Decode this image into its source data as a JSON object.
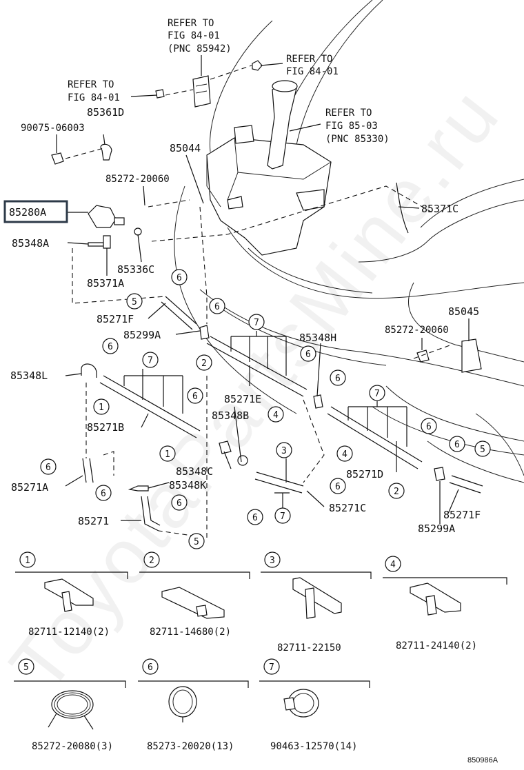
{
  "watermark": "ToyotaPartsMine.ru",
  "diagram_code": "850986A",
  "highlighted_part": "85280A",
  "references": {
    "top_left": [
      "REFER TO",
      "FIG 84-01",
      "(PNC 85942)"
    ],
    "top_right": [
      "REFER TO",
      "FIG 84-01"
    ],
    "left": [
      "REFER TO",
      "FIG 84-01"
    ],
    "tank": [
      "REFER TO",
      "FIG 85-03",
      "(PNC 85330)"
    ]
  },
  "labels": {
    "p85361D": "85361D",
    "p90075": "90075-06003",
    "p85044": "85044",
    "p85272_20060_a": "85272-20060",
    "p85280A": "85280A",
    "p85371C": "85371C",
    "p85348A": "85348A",
    "p85336C": "85336C",
    "p85371A": "85371A",
    "p85045": "85045",
    "p85272_20060_b": "85272-20060",
    "p85271F_a": "85271F",
    "p85299A_a": "85299A",
    "p85348H": "85348H",
    "p85348L": "85348L",
    "p85271E": "85271E",
    "p85348B": "85348B",
    "p85271B": "85271B",
    "p85348C": "85348C",
    "p85348K": "85348K",
    "p85271D": "85271D",
    "p85271A": "85271A",
    "p85271C": "85271C",
    "p85271": "85271",
    "p85271F_b": "85271F",
    "p85299A_b": "85299A"
  },
  "callouts": [
    "1",
    "2",
    "3",
    "4",
    "5",
    "6",
    "7"
  ],
  "legend": [
    {
      "num": "1",
      "part": "82711-12140(2)"
    },
    {
      "num": "2",
      "part": "82711-14680(2)"
    },
    {
      "num": "3",
      "part": "82711-22150"
    },
    {
      "num": "4",
      "part": "82711-24140(2)"
    },
    {
      "num": "5",
      "part": "85272-20080(3)"
    },
    {
      "num": "6",
      "part": "85273-20020(13)"
    },
    {
      "num": "7",
      "part": "90463-12570(14)"
    }
  ]
}
